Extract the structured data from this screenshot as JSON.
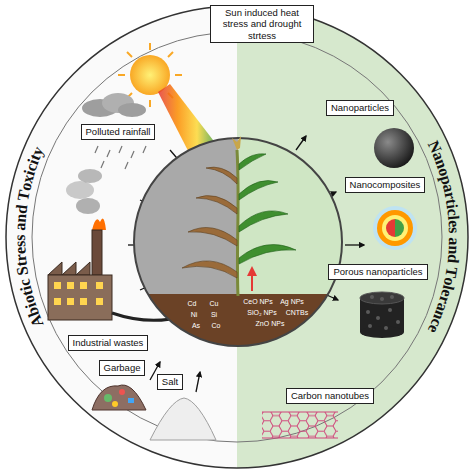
{
  "diagram": {
    "nodes": [
      {
        "text": [
          "Sun induced heat stress and drought strtess"
        ]
      },
      {
        "text": [
          "Polluted rainfall"
        ]
      },
      {
        "text": [
          "Industrial wastes"
        ]
      },
      {
        "text": [
          "Garbage"
        ]
      },
      {
        "text": [
          "Salt"
        ]
      },
      {
        "text": [
          "Nanoparticles"
        ]
      },
      {
        "text": [
          "Nanocomposites"
        ]
      },
      {
        "text": [
          "Porous nanoparticles"
        ]
      },
      {
        "text": [
          "Carbon nanotubes"
        ]
      }
    ],
    "labels": [
      "Abiotic Stress and Toxicity",
      "Nanoparticles and Tolerance",
      "Cd",
      "Cu",
      "Ni",
      "Si",
      "As",
      "Co",
      "CeO NPs",
      "Ag NPs",
      "SiO₂ NPs",
      "CNTBs",
      "ZnO NPs"
    ]
  }
}
